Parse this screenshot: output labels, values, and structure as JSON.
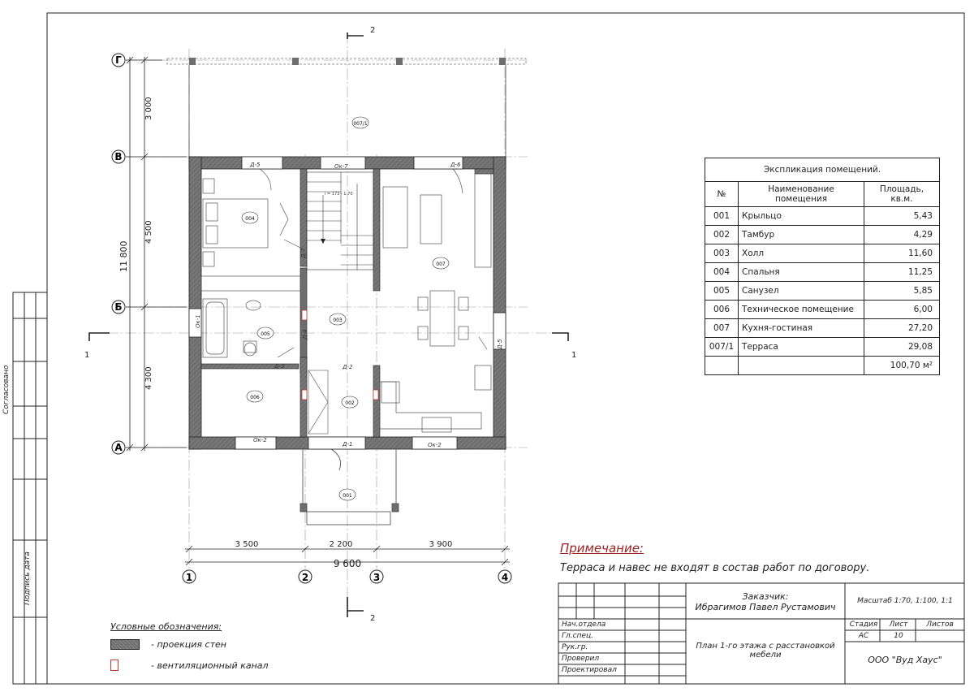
{
  "grid_axes": {
    "letters": [
      "Г",
      "В",
      "Б",
      "А"
    ],
    "numbers": [
      "1",
      "2",
      "3",
      "4"
    ]
  },
  "dimensions": {
    "vertical": [
      "3 000",
      "4 500",
      "4 300",
      "11 800"
    ],
    "horizontal": [
      "3 500",
      "2 200",
      "3 900",
      "9 600"
    ]
  },
  "sections": {
    "cut_2": "2",
    "cut_1": "1"
  },
  "rooms": {
    "r001": "001",
    "r002": "002",
    "r003": "003",
    "r004": "004",
    "r005": "005",
    "r006": "006",
    "r007": "007",
    "r0071": "007/1"
  },
  "doors": [
    "Д-1",
    "Д-2",
    "Д-3",
    "Д-4",
    "Д-5",
    "Д-5",
    "Д-6",
    "Д-7"
  ],
  "windows": [
    "Ок-1",
    "Ок-2",
    "Ок-2",
    "Ок-7"
  ],
  "stair_note": "i = 173 - 1:70",
  "explication": {
    "title": "Экспликация помещений.",
    "headers": [
      "№",
      "Наименование помещения",
      "Площадь, кв.м."
    ],
    "rows": [
      [
        "001",
        "Крыльцо",
        "5,43"
      ],
      [
        "002",
        "Тамбур",
        "4,29"
      ],
      [
        "003",
        "Холл",
        "11,60"
      ],
      [
        "004",
        "Спальня",
        "11,25"
      ],
      [
        "005",
        "Санузел",
        "5,85"
      ],
      [
        "006",
        "Техническое помещение",
        "6,00"
      ],
      [
        "007",
        "Кухня-гостиная",
        "27,20"
      ],
      [
        "007/1",
        "Терраса",
        "29,08"
      ]
    ],
    "total": "100,70 м²"
  },
  "note": {
    "heading": "Примечание:",
    "text": "Терраса и навес не входят в состав работ по договору."
  },
  "legend": {
    "title": "Условные обозначения:",
    "walls": "- проекция стен",
    "vent": "- вентиляционный канал"
  },
  "side_stamps": {
    "agreed": "Согласовано",
    "signature": "Подпись дата"
  },
  "title_block": {
    "customer_label": "Заказчик:",
    "customer_name": "Ибрагимов Павел Рустамович",
    "scale": "Масштаб 1:70, 1:100, 1:1",
    "roles": [
      "Нач.отдела",
      "Гл.спец.",
      "Рук.гр.",
      "Проверил",
      "Проектировал"
    ],
    "sheet_title": "План 1-го этажа с расстановкой мебели",
    "stage_label": "Стадия",
    "stage": "АС",
    "sheet_label": "Лист",
    "sheet": "10",
    "sheets_label": "Листов",
    "sheets": "",
    "company": "ООО \"Вуд Хаус\""
  },
  "colors": {
    "wall_fill": "#6e6e6e",
    "line": "#222222",
    "accent": "#9a1f1f",
    "vent": "#c0392b"
  }
}
